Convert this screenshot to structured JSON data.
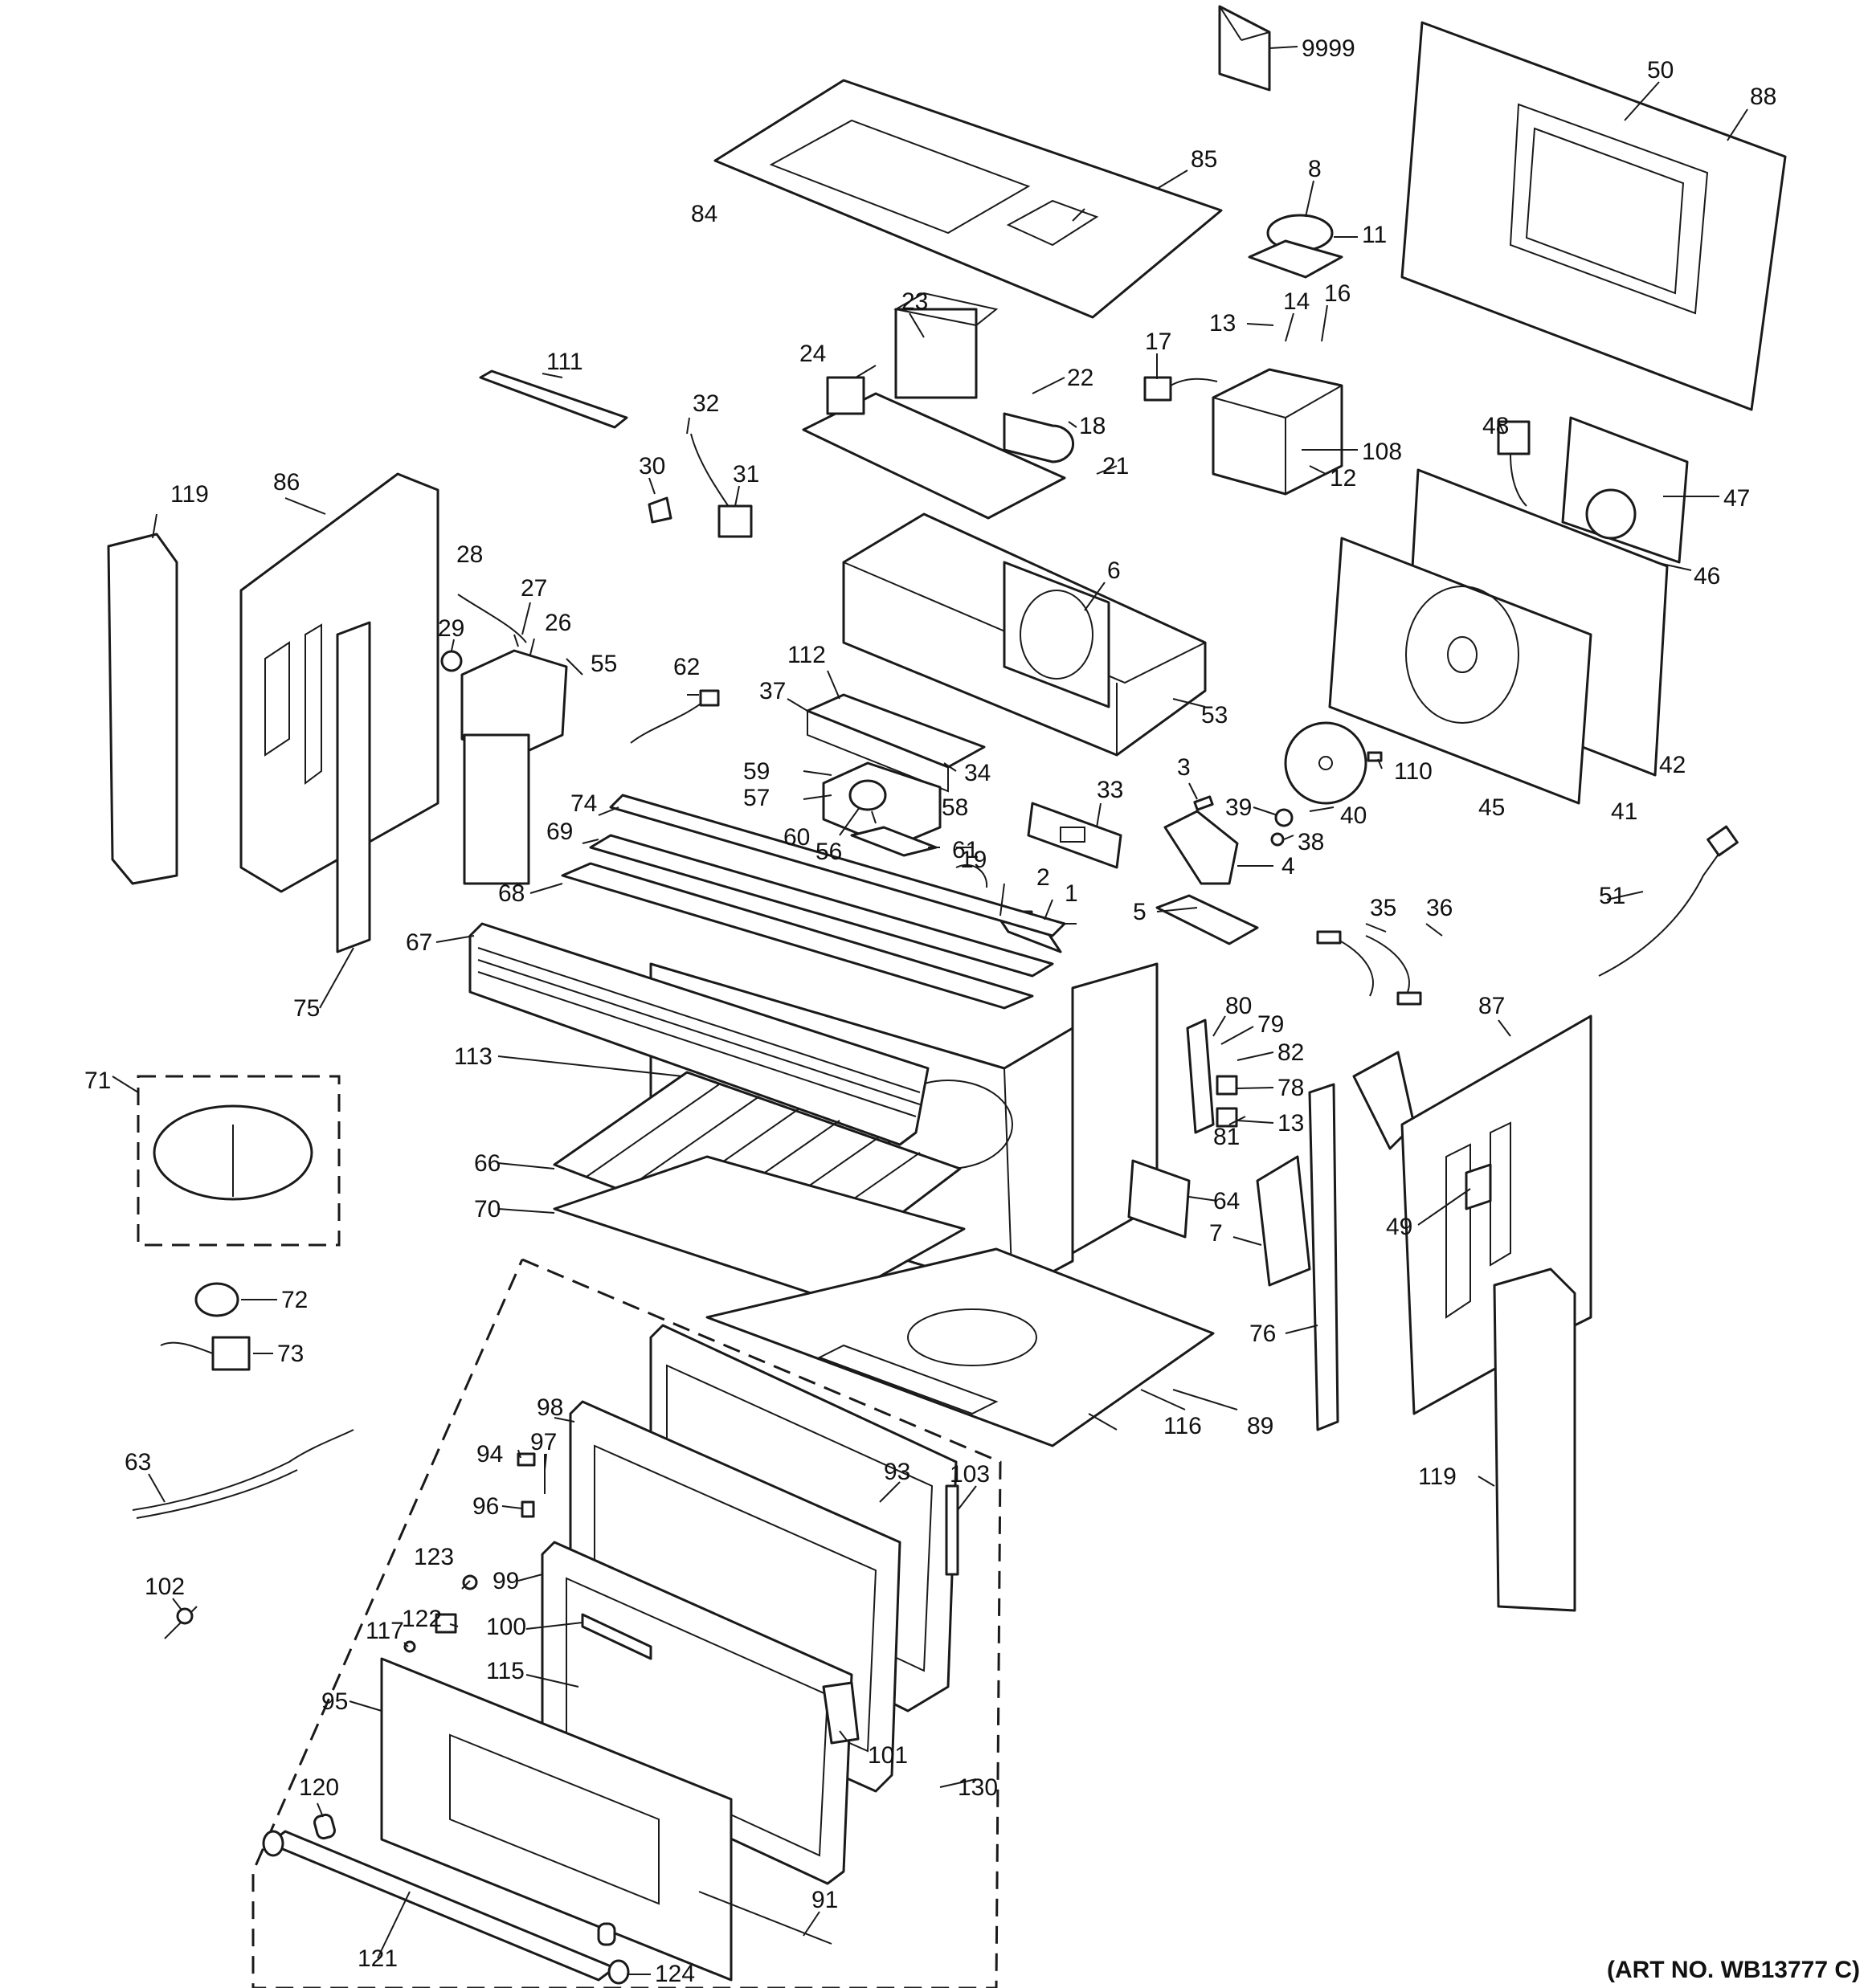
{
  "art_number": "(ART NO. WB13777 C)",
  "callouts": [
    "1",
    "2",
    "3",
    "4",
    "5",
    "6",
    "7",
    "8",
    "11",
    "12",
    "13",
    "14",
    "16",
    "17",
    "18",
    "19",
    "21",
    "22",
    "23",
    "24",
    "26",
    "27",
    "28",
    "29",
    "30",
    "31",
    "32",
    "33",
    "34",
    "35",
    "36",
    "37",
    "38",
    "39",
    "40",
    "41",
    "42",
    "45",
    "46",
    "47",
    "48",
    "49",
    "50",
    "51",
    "53",
    "55",
    "56",
    "57",
    "58",
    "59",
    "60",
    "61",
    "62",
    "63",
    "64",
    "66",
    "67",
    "68",
    "69",
    "70",
    "71",
    "72",
    "73",
    "74",
    "75",
    "76",
    "78",
    "79",
    "80",
    "81",
    "82",
    "84",
    "85",
    "86",
    "87",
    "88",
    "89",
    "91",
    "93",
    "94",
    "95",
    "96",
    "97",
    "98",
    "99",
    "100",
    "101",
    "102",
    "103",
    "108",
    "110",
    "111",
    "112",
    "113",
    "115",
    "116",
    "117",
    "119",
    "120",
    "121",
    "122",
    "123",
    "124",
    "130",
    "9999"
  ]
}
